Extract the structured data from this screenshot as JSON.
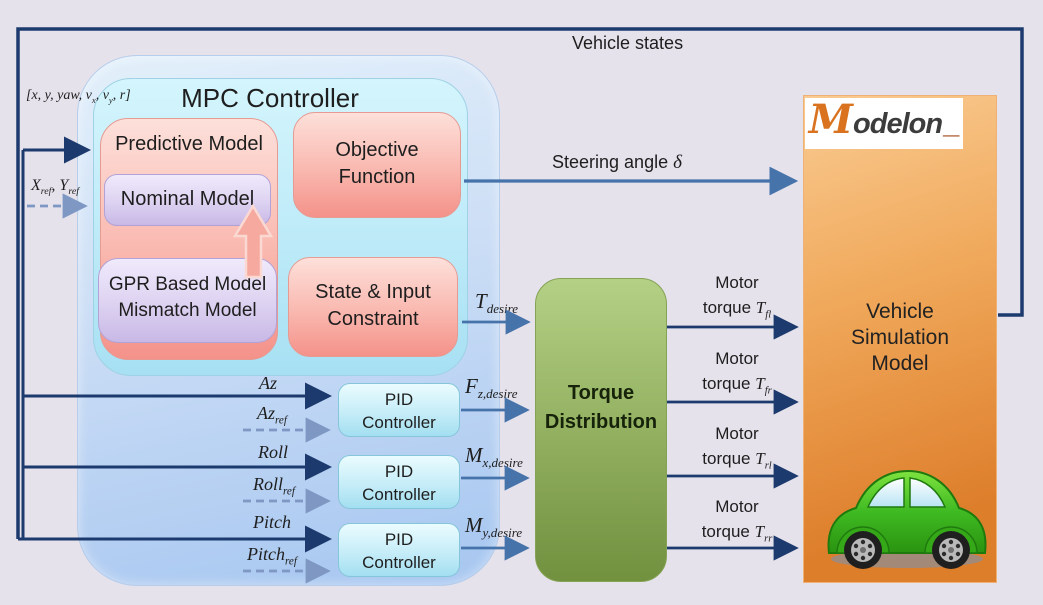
{
  "colors": {
    "background": "#e5e2ec",
    "navy_line": "#1c3a6d",
    "steel_line": "#4673aa",
    "dashed_line": "#7e97c3",
    "orange_box": "#dd7e2b",
    "green_box": "#93b161",
    "logo_orange": "#d9731f"
  },
  "feedback": {
    "label": "Vehicle states"
  },
  "left_inputs": {
    "state_vector": {
      "p1": "[x, y, yaw, v",
      "s1": "x",
      "p2": ", v",
      "s2": "y",
      "p3": ", r]"
    },
    "xy_ref": {
      "m1": "X",
      "s1": "ref",
      "m2": ", Y",
      "s2": "ref"
    },
    "az": {
      "label": "Az"
    },
    "az_ref": {
      "main": "Az",
      "sub": "ref"
    },
    "roll": {
      "label": "Roll"
    },
    "roll_ref": {
      "main": "Roll",
      "sub": "ref"
    },
    "pitch": {
      "label": "Pitch"
    },
    "pitch_ref": {
      "main": "Pitch",
      "sub": "ref"
    }
  },
  "mpc": {
    "title": "MPC Controller",
    "predictive": {
      "title": "Predictive Model"
    },
    "nominal": {
      "label": "Nominal Model"
    },
    "gpr": {
      "line1": "GPR Based Model",
      "line2": "Mismatch Model"
    },
    "objective": {
      "line1": "Objective",
      "line2": "Function"
    },
    "constraint": {
      "line1": "State & Input",
      "line2": "Constraint"
    }
  },
  "pid": {
    "line1": "PID",
    "line2": "Controller"
  },
  "torque_distribution": {
    "line1": "Torque",
    "line2": "Distribution"
  },
  "vehicle_model": {
    "line1": "Vehicle",
    "line2": "Simulation",
    "line3": "Model"
  },
  "logo": {
    "m": "M",
    "rest": "odelon",
    "underscore": "_"
  },
  "signals": {
    "steering": {
      "label": "Steering angle",
      "symbol": "δ"
    },
    "t_desire": {
      "main": "T",
      "sub": "desire"
    },
    "fz": {
      "main": "F",
      "sub": "z,desire"
    },
    "mx": {
      "main": "M",
      "sub": "x,desire"
    },
    "my": {
      "main": "M",
      "sub": "y,desire"
    },
    "torques": [
      {
        "line1": "Motor",
        "line2": "torque",
        "main": "T",
        "sub": "fl"
      },
      {
        "line1": "Motor",
        "line2": "torque",
        "main": "T",
        "sub": "fr"
      },
      {
        "line1": "Motor",
        "line2": "torque",
        "main": "T",
        "sub": "rl"
      },
      {
        "line1": "Motor",
        "line2": "torque",
        "main": "T",
        "sub": "rr"
      }
    ]
  }
}
